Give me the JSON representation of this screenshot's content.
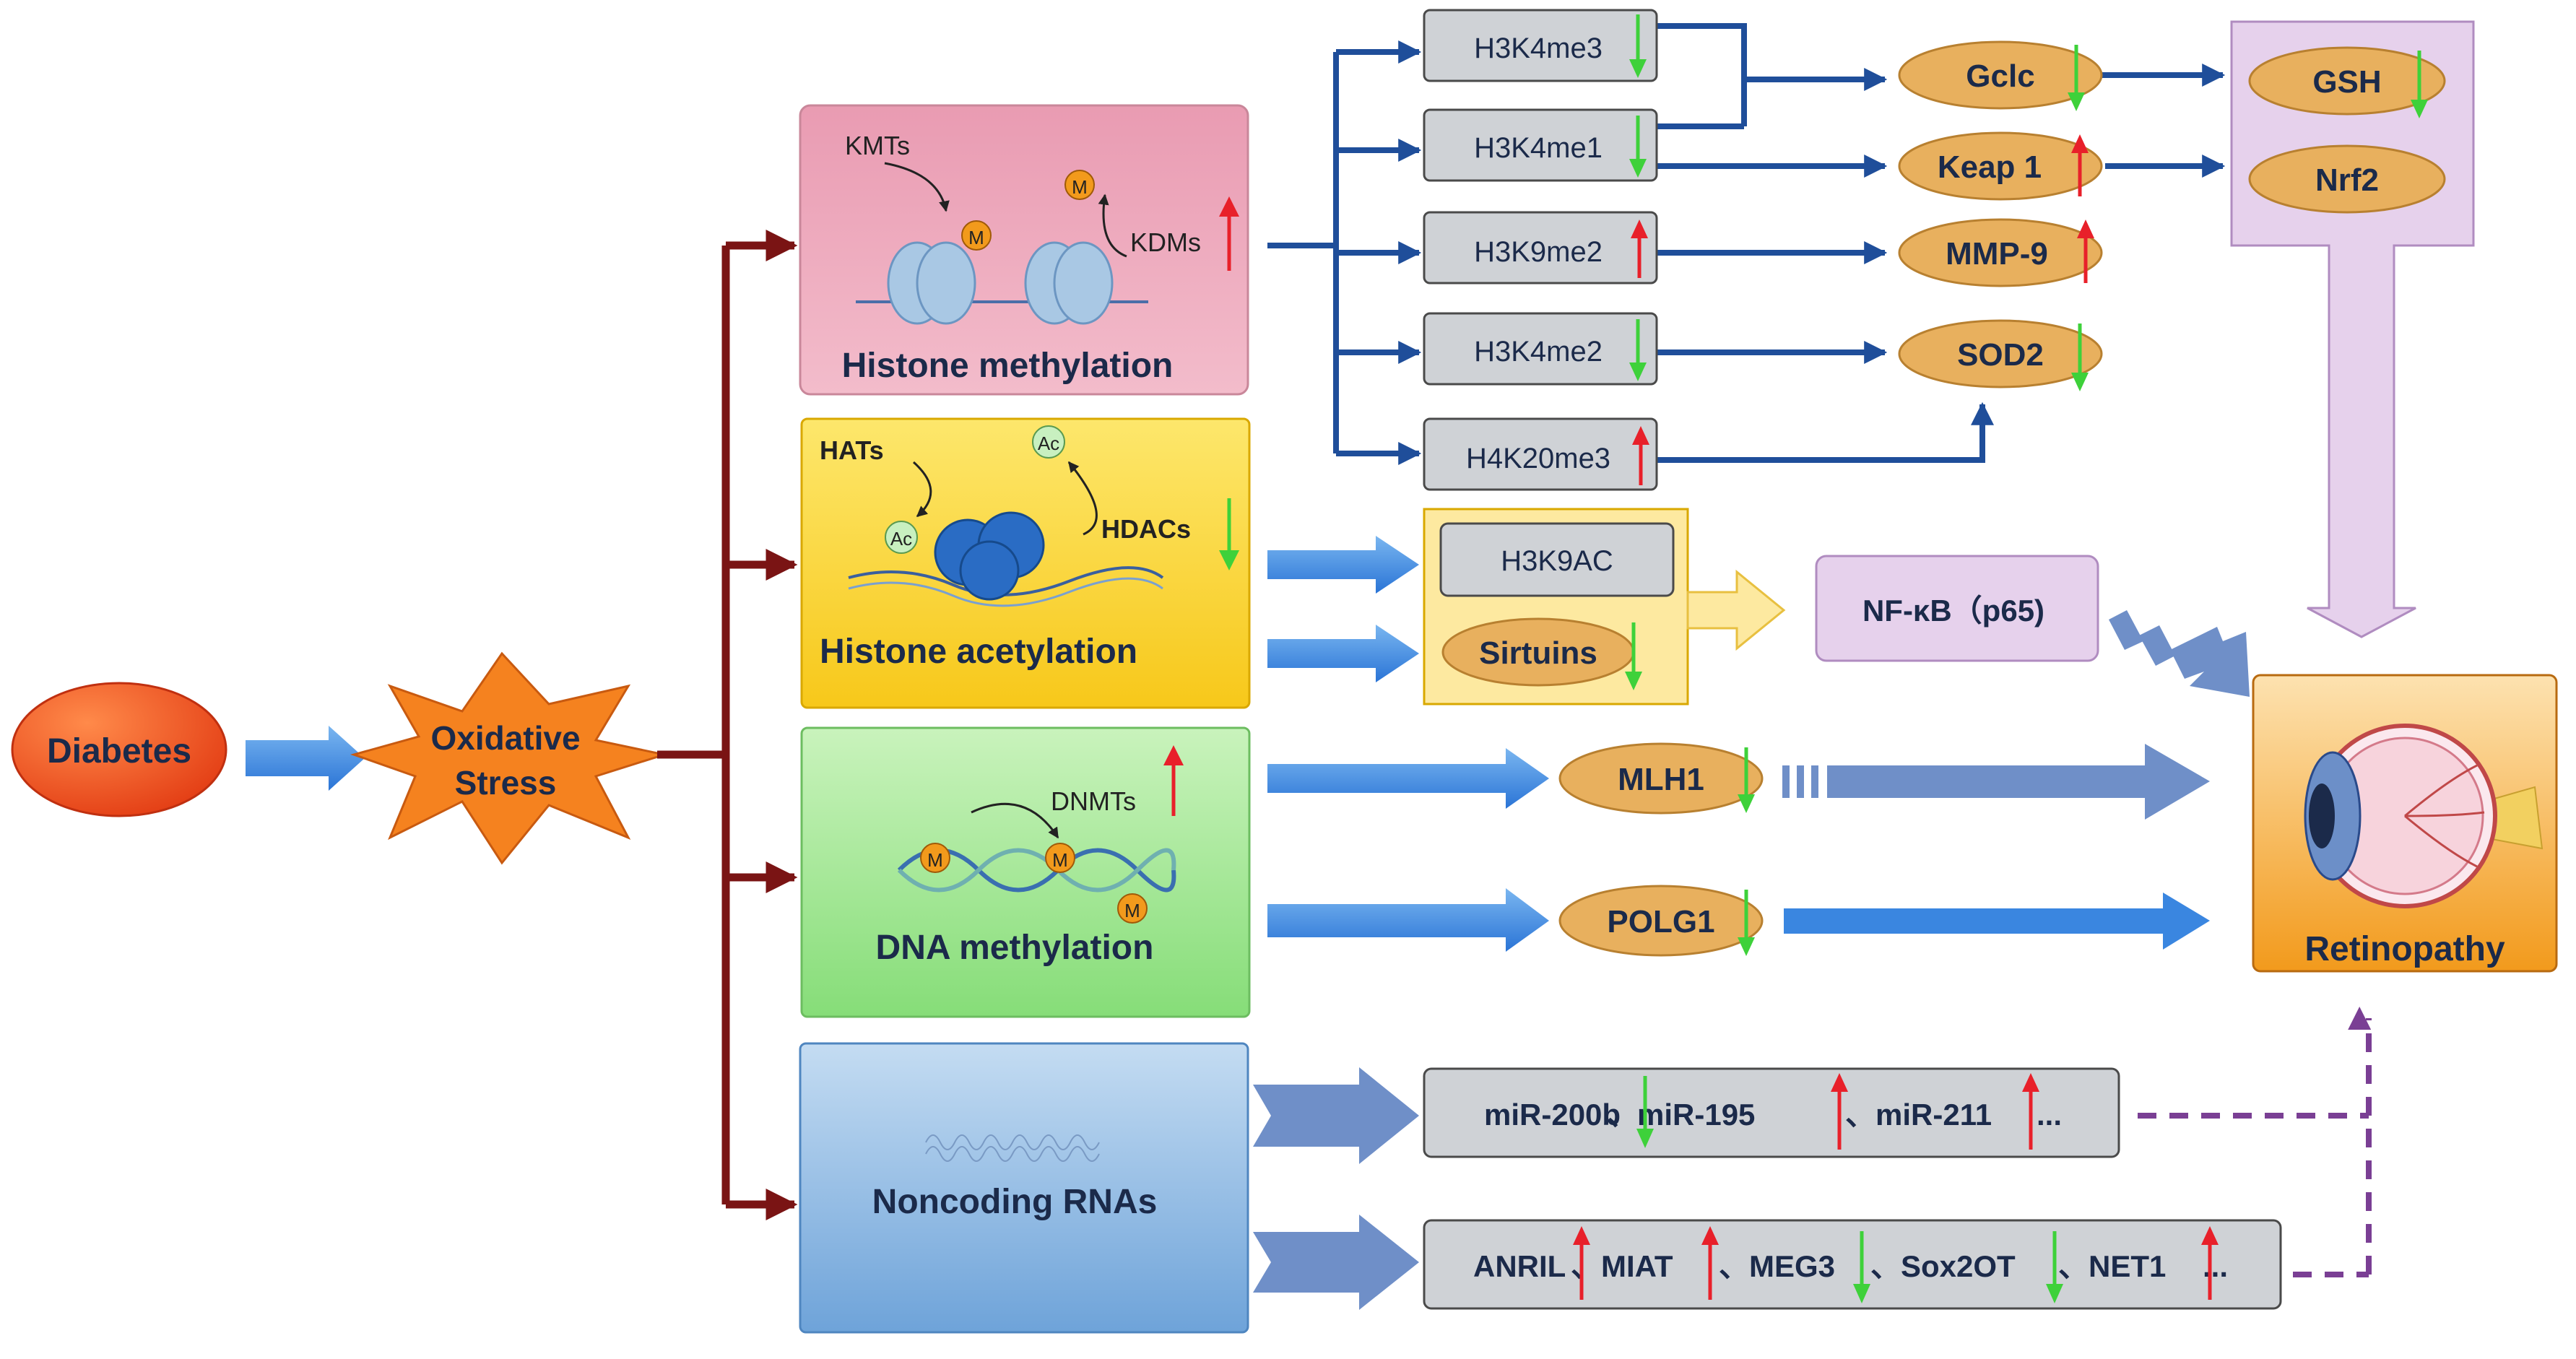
{
  "nodes": {
    "diabetes": "Diabetes",
    "oxidative_stress": [
      "Oxidative",
      "Stress"
    ],
    "retinopathy": "Retinopathy"
  },
  "categories": {
    "histone_methylation": {
      "title": "Histone methylation",
      "kmts": "KMTs",
      "kdms": "KDMs",
      "m": "M"
    },
    "histone_acetylation": {
      "title": "Histone acetylation",
      "hats": "HATs",
      "hdacs": "HDACs",
      "ac": "Ac"
    },
    "dna_methylation": {
      "title": "DNA methylation",
      "dnmts": "DNMTs",
      "m": "M"
    },
    "noncoding_rnas": {
      "title": "Noncoding RNAs"
    }
  },
  "histone_marks": [
    {
      "label": "H3K4me3",
      "trend": "down"
    },
    {
      "label": "H3K4me1",
      "trend": "down"
    },
    {
      "label": "H3K9me2",
      "trend": "up"
    },
    {
      "label": "H3K4me2",
      "trend": "down"
    },
    {
      "label": "H4K20me3",
      "trend": "up"
    }
  ],
  "targets": [
    {
      "label": "Gclc",
      "trend": "down"
    },
    {
      "label": "Keap 1",
      "trend": "up"
    },
    {
      "label": "MMP-9",
      "trend": "up"
    },
    {
      "label": "SOD2",
      "trend": "down"
    }
  ],
  "antioxidant": [
    {
      "label": "GSH",
      "trend": "down"
    },
    {
      "label": "Nrf2",
      "trend": ""
    }
  ],
  "acetylation_box": {
    "h3k9ac": "H3K9AC",
    "sirtuins": "Sirtuins"
  },
  "nfkb": "NF-κB（p65)",
  "dna_targets": [
    {
      "label": "MLH1",
      "trend": "down"
    },
    {
      "label": "POLG1",
      "trend": "down"
    }
  ],
  "mirna": [
    {
      "text": "miR-200b",
      "trend": "down"
    },
    {
      "text": "、miR-195",
      "trend": "up"
    },
    {
      "text": "、miR-211",
      "trend": "up"
    },
    {
      "text": "...",
      "trend": ""
    }
  ],
  "lncrna": [
    {
      "text": "ANRIL",
      "trend": "up"
    },
    {
      "text": "、MIAT",
      "trend": "up"
    },
    {
      "text": "、MEG3",
      "trend": "down"
    },
    {
      "text": "、Sox2OT",
      "trend": "down"
    },
    {
      "text": "、NET1",
      "trend": "up"
    },
    {
      "text": "...",
      "trend": ""
    }
  ],
  "colors": {
    "up": "#e8202a",
    "down": "#3ed13a",
    "dark_arrow": "#7a1414",
    "navy_arrow": "#1f4e9a",
    "blue_arrow": "#3a86e0",
    "ellipse": "#e8b05e",
    "grey_box": "#cfd2d6",
    "dash": "#7a3f94"
  }
}
